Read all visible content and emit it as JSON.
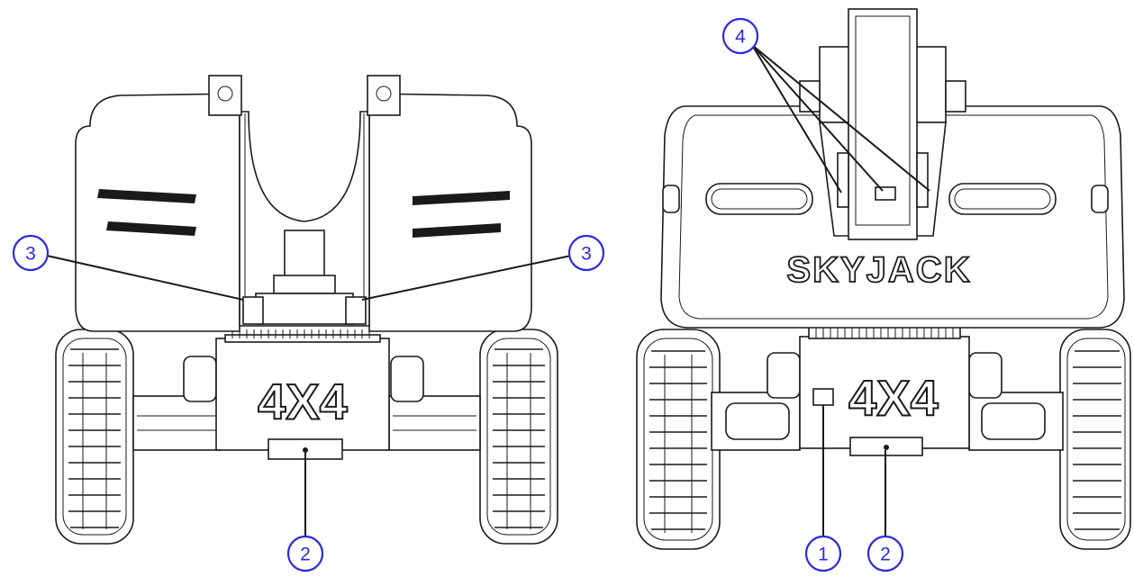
{
  "rear_view": {
    "label_4x4": "4X4",
    "callouts": [
      {
        "number": "3",
        "side": "left"
      },
      {
        "number": "3",
        "side": "right"
      },
      {
        "number": "2",
        "side": "bottom"
      }
    ]
  },
  "front_view": {
    "label_4x4": "4X4",
    "brand": "SKYJACK",
    "callouts": [
      {
        "number": "4",
        "side": "top"
      },
      {
        "number": "1",
        "side": "bottom-left"
      },
      {
        "number": "2",
        "side": "bottom-right"
      }
    ]
  },
  "colors": {
    "callout": "#2b2bd9",
    "line": "#1a1a1a"
  }
}
